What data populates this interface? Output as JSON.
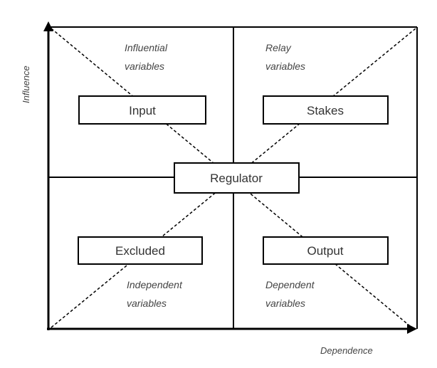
{
  "axes": {
    "y_label": "Influence",
    "x_label": "Dependence"
  },
  "quadrants": {
    "top_left": {
      "line1": "Influential",
      "line2": "variables"
    },
    "top_right": {
      "line1": "Relay",
      "line2": "variables"
    },
    "bottom_left": {
      "line1": "Independent",
      "line2": "variables"
    },
    "bottom_right": {
      "line1": "Dependent",
      "line2": "variables"
    }
  },
  "boxes": {
    "input": "Input",
    "stakes": "Stakes",
    "regulator": "Regulator",
    "excluded": "Excluded",
    "output": "Output"
  }
}
